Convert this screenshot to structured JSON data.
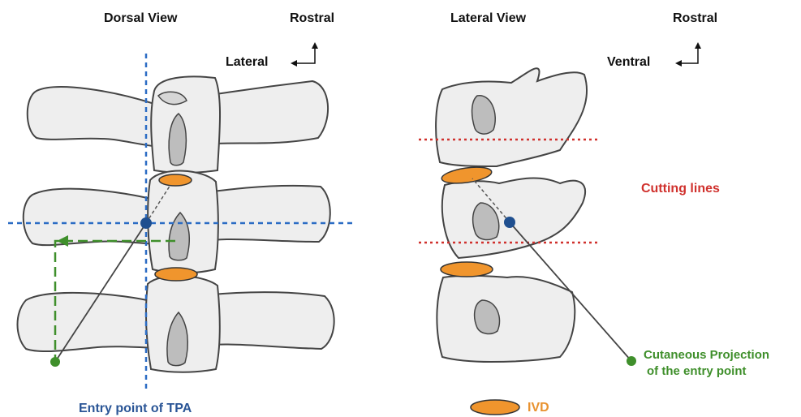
{
  "dorsal": {
    "title": "Dorsal View",
    "axis_up": "Rostral",
    "axis_left": "Lateral",
    "entry_label": "Entry point of TPA"
  },
  "lateral": {
    "title": "Lateral View",
    "axis_up": "Rostral",
    "axis_left": "Ventral",
    "cutting_label": "Cutting lines",
    "projection_label_line1": "Cutaneous Projection",
    "projection_label_line2": "of the entry point"
  },
  "legend": {
    "ivd_label": "IVD"
  },
  "colors": {
    "entry_blue": "#1f4f8f",
    "guide_blue": "#2b6cc4",
    "cutting_red": "#d0312d",
    "projection_green": "#3f8f2b",
    "ivd_orange": "#f0952d",
    "bone_fill": "#eeeeee",
    "bone_stroke": "#444444"
  }
}
